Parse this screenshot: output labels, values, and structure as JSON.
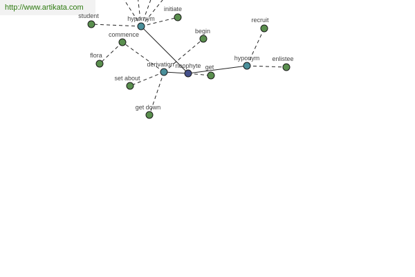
{
  "watermark": "http://www.artikata.com",
  "colors": {
    "word": "#5a8f4e",
    "relation": "#4a8f9a",
    "center": "#44508a"
  },
  "center": "neophyte",
  "nodes": [
    {
      "id": "neophyte",
      "label": "neophyte",
      "kind": "center"
    },
    {
      "id": "hypernym",
      "label": "hypernym",
      "kind": "relation"
    },
    {
      "id": "derivation",
      "label": "derivation",
      "kind": "relation"
    },
    {
      "id": "hyponym",
      "label": "hyponym",
      "kind": "relation"
    },
    {
      "id": "student",
      "label": "student",
      "kind": "word"
    },
    {
      "id": "initiate",
      "label": "initiate",
      "kind": "word"
    },
    {
      "id": "commence",
      "label": "commence",
      "kind": "word"
    },
    {
      "id": "flora",
      "label": "flora",
      "kind": "word"
    },
    {
      "id": "begin",
      "label": "begin",
      "kind": "word"
    },
    {
      "id": "set_about",
      "label": "set about",
      "kind": "word"
    },
    {
      "id": "get",
      "label": "get",
      "kind": "word"
    },
    {
      "id": "get_down",
      "label": "get down",
      "kind": "word"
    },
    {
      "id": "recruit",
      "label": "recruit",
      "kind": "word"
    },
    {
      "id": "enlistee",
      "label": "enlistee",
      "kind": "word"
    }
  ],
  "edges": [
    {
      "from": "neophyte",
      "to": "hypernym",
      "style": "solid"
    },
    {
      "from": "neophyte",
      "to": "derivation",
      "style": "solid"
    },
    {
      "from": "neophyte",
      "to": "hyponym",
      "style": "solid"
    },
    {
      "from": "neophyte",
      "to": "get",
      "style": "dashed"
    },
    {
      "from": "hypernym",
      "to": "student",
      "style": "dashed"
    },
    {
      "from": "hypernym",
      "to": "initiate",
      "style": "dashed"
    },
    {
      "from": "hypernym",
      "to": "offscreen_a",
      "style": "dashed"
    },
    {
      "from": "hypernym",
      "to": "offscreen_b",
      "style": "dashed"
    },
    {
      "from": "hypernym",
      "to": "offscreen_c",
      "style": "dashed"
    },
    {
      "from": "hypernym",
      "to": "offscreen_d",
      "style": "dashed"
    },
    {
      "from": "derivation",
      "to": "commence",
      "style": "dashed"
    },
    {
      "from": "derivation",
      "to": "begin",
      "style": "dashed"
    },
    {
      "from": "derivation",
      "to": "set_about",
      "style": "dashed"
    },
    {
      "from": "derivation",
      "to": "get_down",
      "style": "dashed"
    },
    {
      "from": "commence",
      "to": "flora",
      "style": "dashed"
    },
    {
      "from": "hyponym",
      "to": "recruit",
      "style": "dashed"
    },
    {
      "from": "hyponym",
      "to": "enlistee",
      "style": "dashed"
    }
  ]
}
